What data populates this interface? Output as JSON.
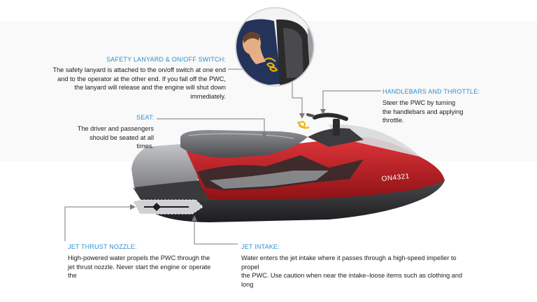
{
  "colors": {
    "accent": "#2f8fd0",
    "hull_red": "#c21d22",
    "hull_dark": "#2b2b2d",
    "hull_grey": "#9a9ca0",
    "lanyard": "#f0b400",
    "text": "#1c1c1c"
  },
  "callouts": {
    "lanyard": {
      "title": "SAFETY LANYARD & ON/OFF SWITCH:",
      "lines": [
        "The safety lanyard is attached to the on/off switch at one end",
        "and to the operator at the other end. If you fall off the PWC,",
        "the lanyard will release and the engine will shut down",
        "immediately."
      ]
    },
    "seat": {
      "title": "SEAT:",
      "lines": [
        "The driver and passengers",
        "should be seated at all",
        "times."
      ]
    },
    "handlebars": {
      "title": "HANDLEBARS AND THROTTLE:",
      "lines": [
        "Steer the PWC by turning",
        "the handlebars and applying",
        "throttle."
      ]
    },
    "nozzle": {
      "title": "JET THRUST NOZZLE:",
      "lines": [
        "High-powered water propels the PWC through the",
        "jet thrust nozzle. Never start the engine or operate",
        "the"
      ]
    },
    "intake": {
      "title": "JET INTAKE:",
      "lines": [
        "Water enters the jet intake where it passes through a high-speed impeller to",
        "propel",
        "the PWC. Use caution when near the intake–loose items such as clothing and",
        "long"
      ]
    }
  },
  "hull_registration": "ON4321"
}
